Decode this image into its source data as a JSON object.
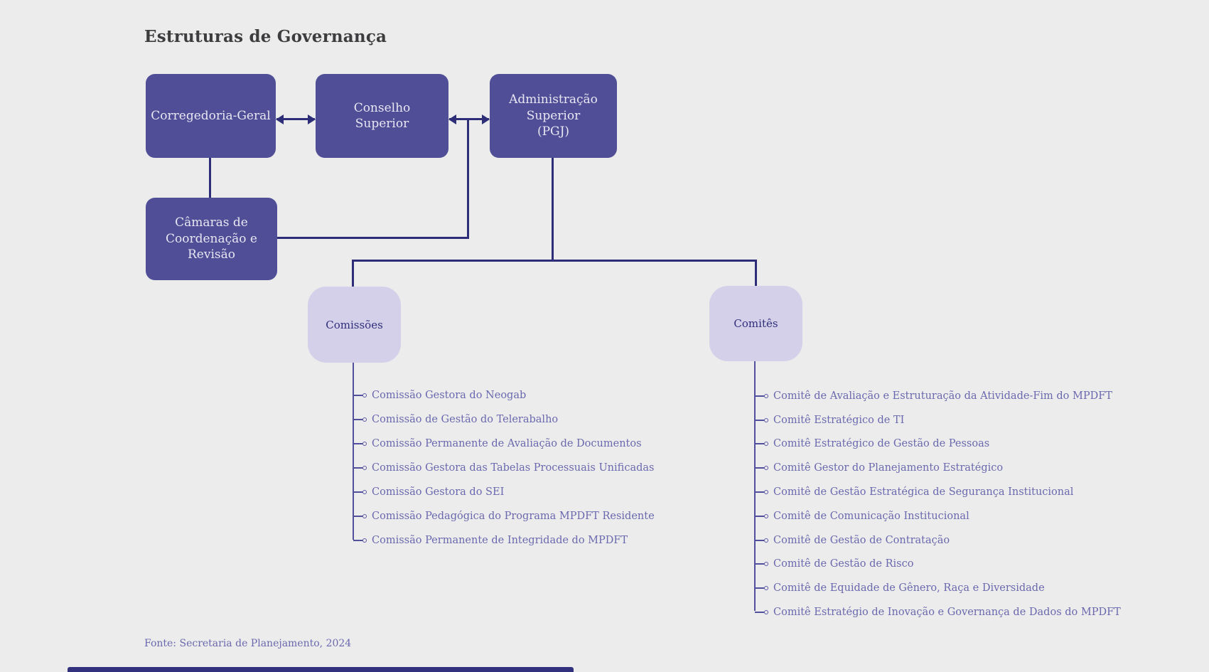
{
  "header": {
    "title": "Estruturas de Governança"
  },
  "colors": {
    "background": "#ececec",
    "dark_node_fill": "#4f4e96",
    "dark_node_text": "#e8e7f3",
    "light_node_fill": "#d4d0e9",
    "light_node_text": "#2f2e7b",
    "connector": "#2d2d78",
    "list_line": "#52509c",
    "list_text": "#6a68ae",
    "title_text": "#3d3c3e"
  },
  "top_row": [
    {
      "label": "Corregedoria-Geral"
    },
    {
      "label": "Conselho\nSuperior"
    },
    {
      "label": "Administração\nSuperior\n(PGJ)"
    }
  ],
  "secondary": {
    "label": "Câmaras de\nCoordenação e\nRevisão"
  },
  "groups": [
    {
      "label": "Comissões",
      "items": [
        "Comissão Gestora do Neogab",
        "Comissão de Gestão do Telerabalho",
        "Comissão Permanente de Avaliação de Documentos",
        "Comissão Gestora das Tabelas Processuais Unificadas",
        "Comissão Gestora do SEI",
        "Comissão Pedagógica do Programa MPDFT Residente",
        "Comissão Permanente de Integridade do MPDFT"
      ]
    },
    {
      "label": "Comitês",
      "items": [
        "Comitê de Avaliação e Estruturação da Atividade-Fim do MPDFT",
        "Comitê Estratégico de TI",
        "Comitê Estratégico de Gestão de Pessoas",
        "Comitê Gestor do Planejamento Estratégico",
        "Comitê de Gestão Estratégica de Segurança Institucional",
        "Comitê de Comunicação Institucional",
        "Comitê de Gestão de Contratação",
        "Comitê de Gestão de Risco",
        "Comitê de Equidade de Gênero, Raça e Diversidade",
        "Comitê Estratégio de Inovação e Governança de Dados do MPDFT"
      ]
    }
  ],
  "footer": {
    "source_label": "Fonte: Secretaria de Planejamento, 2024"
  }
}
